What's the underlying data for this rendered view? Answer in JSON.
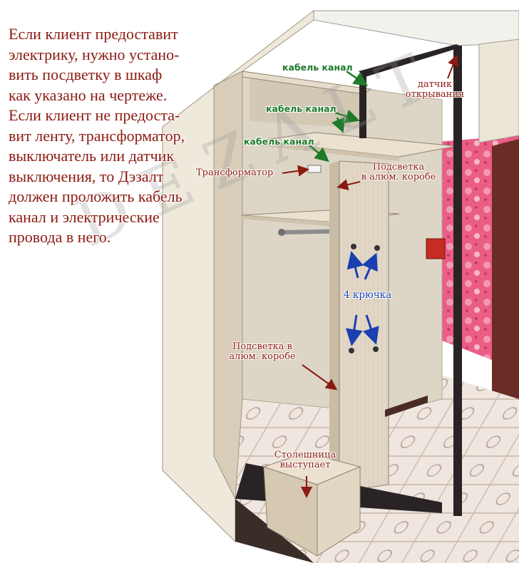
{
  "intro_lines": [
    "Если клиент предоставит",
    "электрику, нужно устано-",
    "вить посдветку в шкаф",
    "как указано на чертеже.",
    "Если клиент не предоста-",
    "вит ленту, трансформатор,",
    "выключатель или датчик",
    "выключения, то Дэзалт",
    "должен проложить кабель",
    "канал и электрические",
    "провода в него."
  ],
  "labels": {
    "cable_1": "кабель канал",
    "cable_2": "кабель канал",
    "cable_3": "кабель канал",
    "sensor_line1": "датчик",
    "sensor_line2": "открывания",
    "transformer": "Трансформатор",
    "light_top_line1": "Подсветка",
    "light_top_line2": "в алюм. коробе",
    "hooks": "4 крючка",
    "light_bottom_line1": "Подсветка в",
    "light_bottom_line2": "алюм. коробе",
    "tabletop_line1": "Столешница",
    "tabletop_line2": "выступает"
  },
  "watermark": "DEZALT",
  "colors": {
    "note_text": "#8b1a12",
    "green_label": "#1f7a2a",
    "blue_label": "#1a3fb0",
    "frame": "#2a2326",
    "wall": "#e9e3d6",
    "wallpaper": "#e4557c"
  }
}
